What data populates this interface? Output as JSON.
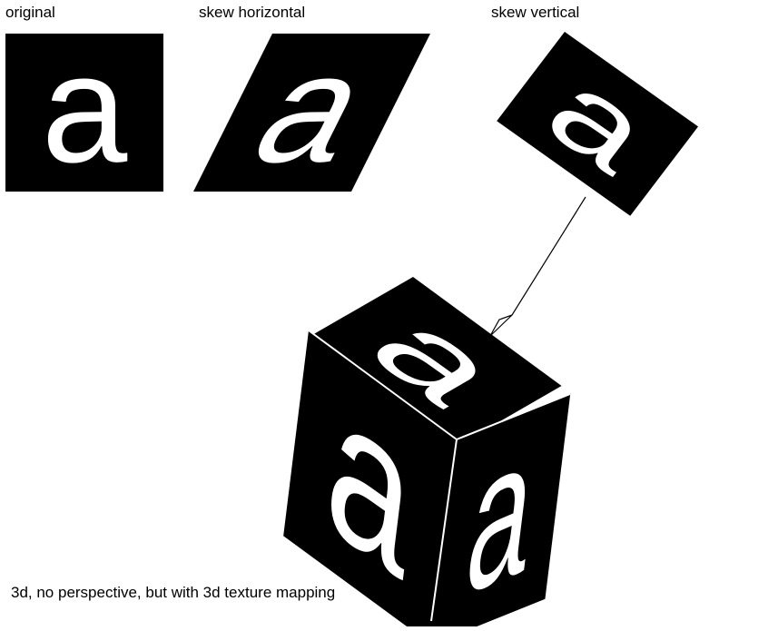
{
  "labels": {
    "original": "original",
    "skew_horizontal": "skew horizontal",
    "skew_vertical": "skew vertical",
    "caption": "3d, no perspective, but with 3d texture mapping"
  },
  "glyph": "a",
  "colors": {
    "tile": "#000000",
    "glyph": "#ffffff",
    "text": "#000000",
    "arrow": "#000000",
    "background": "#ffffff"
  }
}
